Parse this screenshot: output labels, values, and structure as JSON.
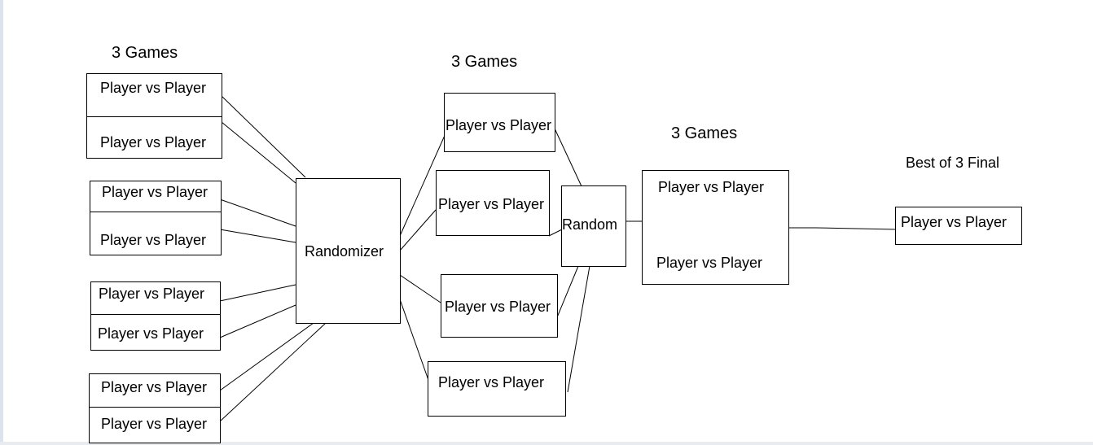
{
  "headings": {
    "round1": "3 Games",
    "round2": "3 Games",
    "round3": "3 Games",
    "final": "Best of 3 Final"
  },
  "round1": {
    "groups": [
      [
        "Player vs Player",
        "Player vs Player"
      ],
      [
        "Player vs Player",
        "Player vs Player"
      ],
      [
        "Player vs Player",
        "Player vs Player"
      ],
      [
        "Player vs Player",
        "Player vs Player"
      ]
    ]
  },
  "randomizer": "Randomizer",
  "round2": {
    "matches": [
      "Player vs Player",
      "Player vs Player",
      "Player vs Player",
      "Player vs Player"
    ]
  },
  "random": "Random",
  "round3": {
    "matches": [
      "Player vs Player",
      "Player vs Player"
    ]
  },
  "final": {
    "match": "Player vs Player"
  }
}
